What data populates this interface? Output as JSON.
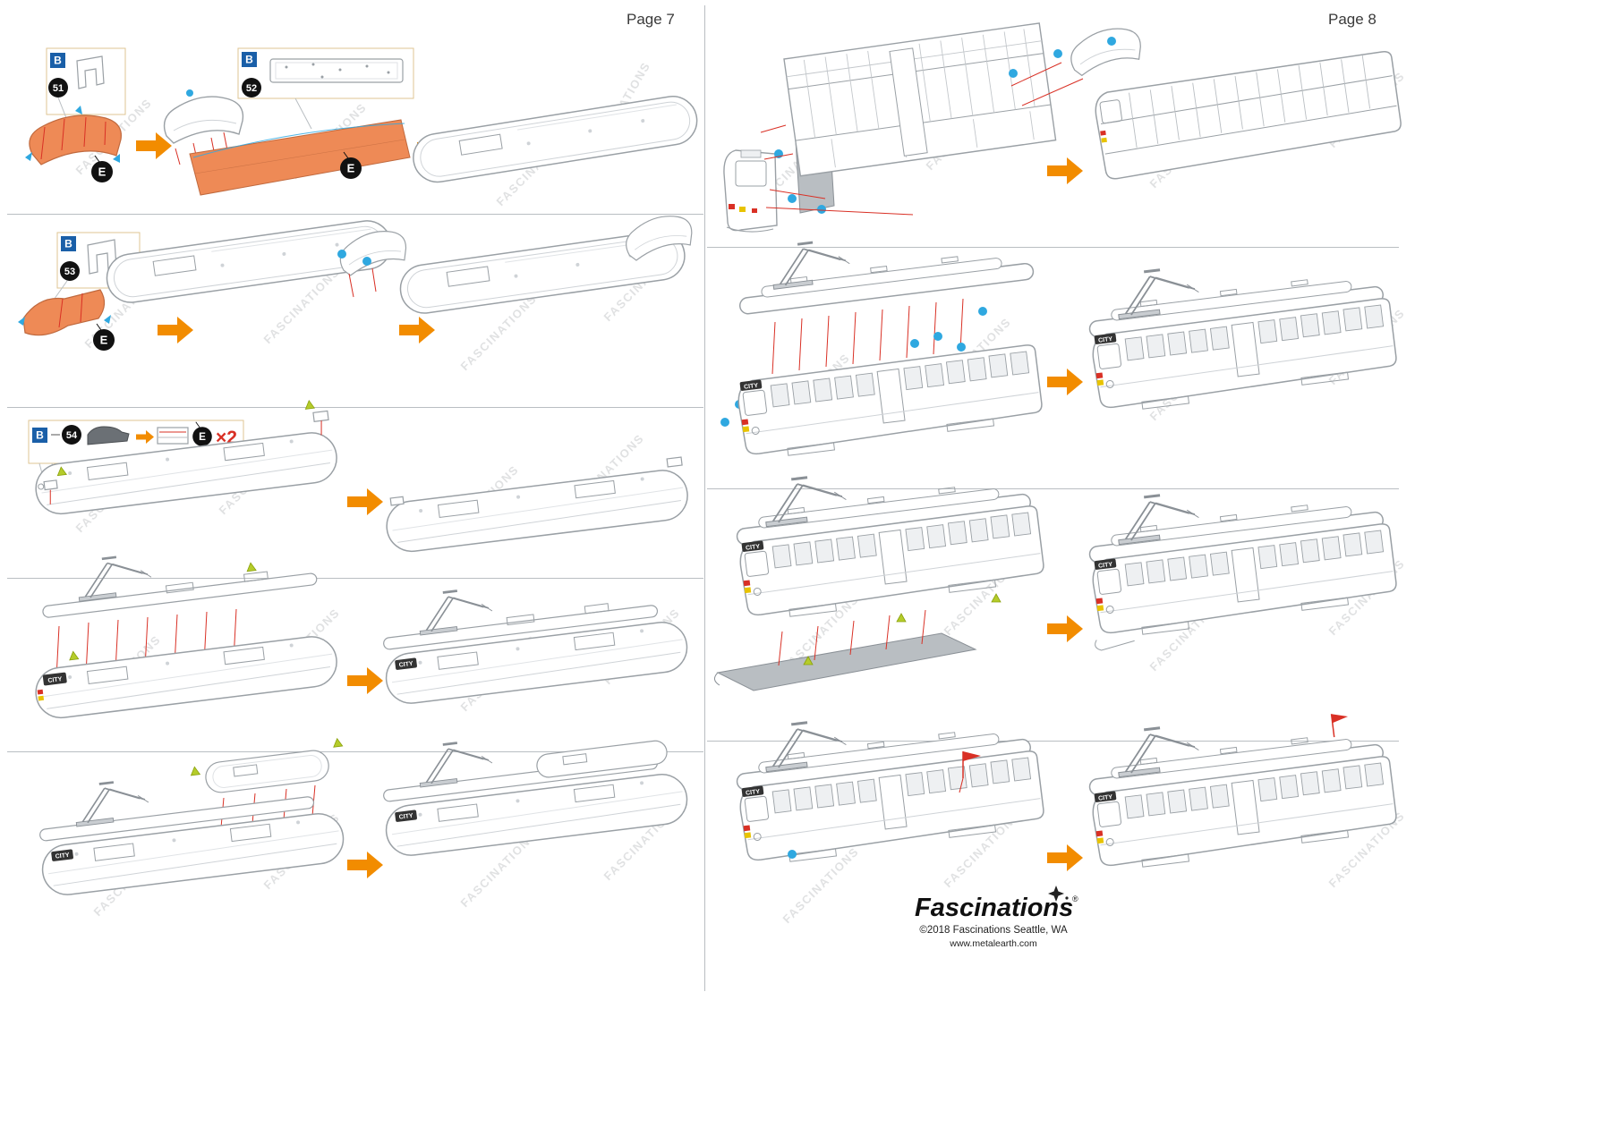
{
  "pages": {
    "left": {
      "label": "Page 7"
    },
    "right": {
      "label": "Page 8"
    }
  },
  "steps": {
    "s51": {
      "letter": "B",
      "number": "51"
    },
    "s52": {
      "letter": "B",
      "number": "52"
    },
    "s53": {
      "letter": "B",
      "number": "53"
    },
    "s54": {
      "letter": "B",
      "number": "54",
      "multiplier": "×2"
    }
  },
  "markers": {
    "edge_marker": "E",
    "city_sign": "CITY"
  },
  "watermark": {
    "text": "FASCINATIONS"
  },
  "footer": {
    "brand": "Fascinations",
    "registered": "®",
    "copyright": "©2018 Fascinations Seattle, WA",
    "website": "www.metalearth.com"
  },
  "colors": {
    "arrow_orange": "#F28C00",
    "part_orange": "#EE8A56",
    "marker_blue": "#2FA8E0",
    "badge_blue": "#1A5FA8",
    "line_red": "#D93025",
    "triangle_green": "#B5CC2A",
    "fill_gray": "#B9BEC2",
    "linework_gray": "#9AA0A5"
  }
}
